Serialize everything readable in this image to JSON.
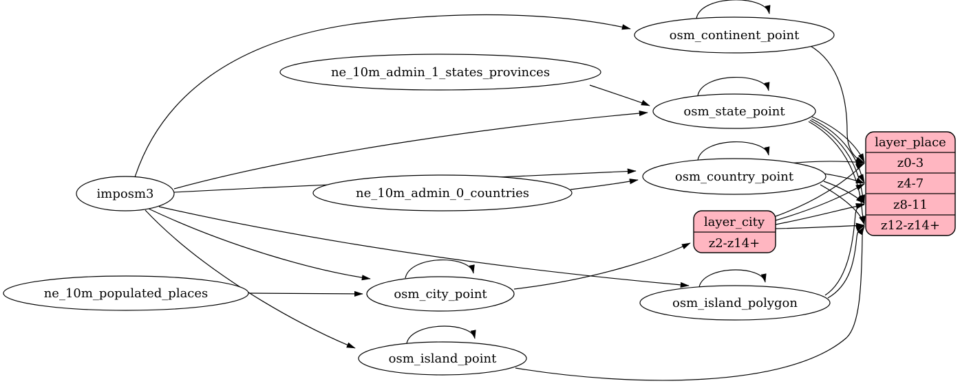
{
  "diagram": {
    "type": "etl-graph",
    "colors": {
      "background": "#ffffff",
      "table_node_fill": "#ffffff",
      "layer_node_fill": "#ffb6c1",
      "stroke": "#000000"
    },
    "nodes": {
      "imposm3": {
        "label": "imposm3",
        "shape": "ellipse"
      },
      "ne_10m_populated_places": {
        "label": "ne_10m_populated_places",
        "shape": "ellipse"
      },
      "ne_10m_admin_1_states_provinces": {
        "label": "ne_10m_admin_1_states_provinces",
        "shape": "ellipse"
      },
      "ne_10m_admin_0_countries": {
        "label": "ne_10m_admin_0_countries",
        "shape": "ellipse"
      },
      "osm_continent_point": {
        "label": "osm_continent_point",
        "shape": "ellipse",
        "self_loop": true
      },
      "osm_state_point": {
        "label": "osm_state_point",
        "shape": "ellipse",
        "self_loop": true
      },
      "osm_country_point": {
        "label": "osm_country_point",
        "shape": "ellipse",
        "self_loop": true
      },
      "osm_city_point": {
        "label": "osm_city_point",
        "shape": "ellipse",
        "self_loop": true
      },
      "osm_island_polygon": {
        "label": "osm_island_polygon",
        "shape": "ellipse",
        "self_loop": true
      },
      "osm_island_point": {
        "label": "osm_island_point",
        "shape": "ellipse",
        "self_loop": true
      },
      "layer_city": {
        "title": "layer_city",
        "rows": [
          "z2-z14+"
        ],
        "shape": "record"
      },
      "layer_place": {
        "title": "layer_place",
        "rows": [
          "z0-3",
          "z4-7",
          "z8-11",
          "z12-z14+"
        ],
        "shape": "record"
      }
    },
    "edges": [
      {
        "from": "imposm3",
        "to": "osm_continent_point"
      },
      {
        "from": "imposm3",
        "to": "osm_state_point"
      },
      {
        "from": "imposm3",
        "to": "osm_country_point"
      },
      {
        "from": "imposm3",
        "to": "osm_city_point"
      },
      {
        "from": "imposm3",
        "to": "osm_island_polygon"
      },
      {
        "from": "imposm3",
        "to": "osm_island_point"
      },
      {
        "from": "ne_10m_admin_1_states_provinces",
        "to": "osm_state_point"
      },
      {
        "from": "ne_10m_admin_0_countries",
        "to": "osm_country_point"
      },
      {
        "from": "ne_10m_populated_places",
        "to": "osm_city_point"
      },
      {
        "from": "osm_continent_point",
        "to": "osm_continent_point",
        "self": true
      },
      {
        "from": "osm_state_point",
        "to": "osm_state_point",
        "self": true
      },
      {
        "from": "osm_country_point",
        "to": "osm_country_point",
        "self": true
      },
      {
        "from": "osm_city_point",
        "to": "osm_city_point",
        "self": true
      },
      {
        "from": "osm_island_polygon",
        "to": "osm_island_polygon",
        "self": true
      },
      {
        "from": "osm_island_point",
        "to": "osm_island_point",
        "self": true
      },
      {
        "from": "osm_city_point",
        "to": "layer_city",
        "to_row": "z2-z14+"
      },
      {
        "from": "osm_continent_point",
        "to": "layer_place",
        "to_row": "z0-3"
      },
      {
        "from": "osm_country_point",
        "to": "layer_place",
        "to_row": "z0-3"
      },
      {
        "from": "osm_country_point",
        "to": "layer_place",
        "to_row": "z4-7"
      },
      {
        "from": "osm_country_point",
        "to": "layer_place",
        "to_row": "z8-11"
      },
      {
        "from": "osm_country_point",
        "to": "layer_place",
        "to_row": "z12-z14+"
      },
      {
        "from": "osm_state_point",
        "to": "layer_place",
        "to_row": "z0-3"
      },
      {
        "from": "osm_state_point",
        "to": "layer_place",
        "to_row": "z4-7"
      },
      {
        "from": "osm_state_point",
        "to": "layer_place",
        "to_row": "z8-11"
      },
      {
        "from": "osm_state_point",
        "to": "layer_place",
        "to_row": "z12-z14+"
      },
      {
        "from": "layer_city",
        "to": "layer_place",
        "to_row": "z0-3"
      },
      {
        "from": "layer_city",
        "to": "layer_place",
        "to_row": "z4-7"
      },
      {
        "from": "layer_city",
        "to": "layer_place",
        "to_row": "z8-11"
      },
      {
        "from": "layer_city",
        "to": "layer_place",
        "to_row": "z12-z14+"
      },
      {
        "from": "osm_island_polygon",
        "to": "layer_place",
        "to_row": "z8-11"
      },
      {
        "from": "osm_island_polygon",
        "to": "layer_place",
        "to_row": "z12-z14+"
      },
      {
        "from": "osm_island_point",
        "to": "layer_place",
        "to_row": "z12-z14+"
      }
    ]
  }
}
